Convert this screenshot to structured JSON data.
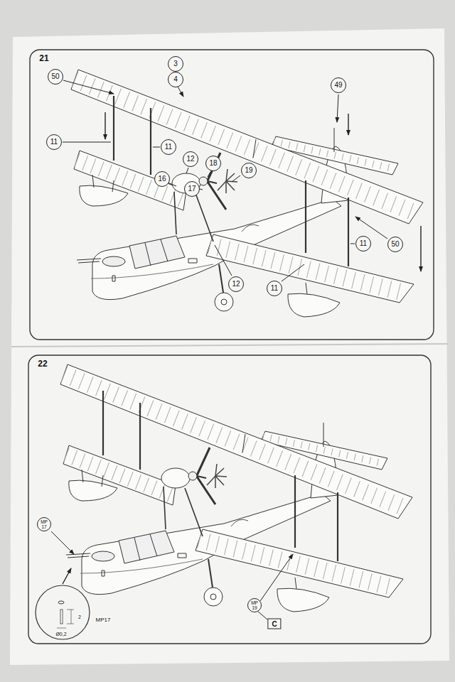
{
  "diagram": {
    "labels": [
      "21",
      "50",
      "3",
      "4",
      "49",
      "11",
      "11",
      "16",
      "12",
      "18",
      "17",
      "19",
      "50",
      "11",
      "12",
      "11",
      "22",
      "MP 17",
      "MP 19",
      "C",
      "MP17",
      "2",
      "Ø0,2"
    ]
  }
}
